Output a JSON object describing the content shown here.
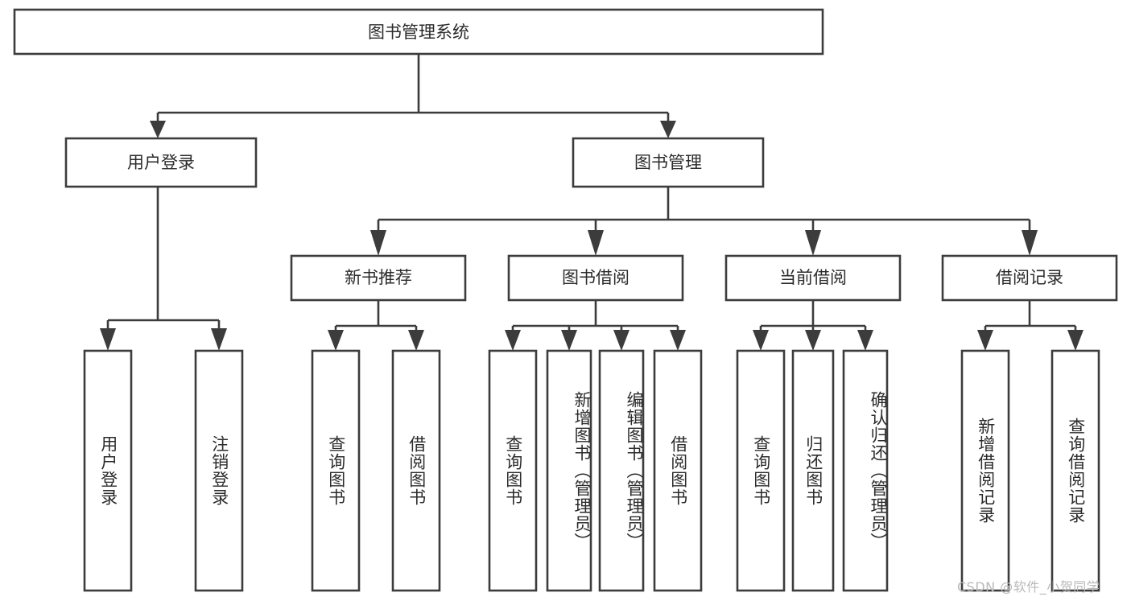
{
  "diagram": {
    "title": "图书管理系统",
    "type": "hierarchy-tree",
    "root": {
      "id": "root",
      "label": "图书管理系统",
      "orientation": "horizontal"
    },
    "level2": [
      {
        "id": "user-login",
        "label": "用户登录",
        "orientation": "horizontal"
      },
      {
        "id": "book-manage",
        "label": "图书管理",
        "orientation": "horizontal"
      }
    ],
    "level3": [
      {
        "id": "new-book-rec",
        "label": "新书推荐",
        "orientation": "horizontal",
        "parent": "book-manage"
      },
      {
        "id": "book-borrow",
        "label": "图书借阅",
        "orientation": "horizontal",
        "parent": "book-manage"
      },
      {
        "id": "current-borrow",
        "label": "当前借阅",
        "orientation": "horizontal",
        "parent": "book-manage"
      },
      {
        "id": "borrow-record",
        "label": "借阅记录",
        "orientation": "horizontal",
        "parent": "book-manage"
      }
    ],
    "leaves": [
      {
        "id": "leaf-user-login",
        "label": "用户登录",
        "orientation": "vertical",
        "parent": "user-login"
      },
      {
        "id": "leaf-user-logout",
        "label": "注销登录",
        "orientation": "vertical",
        "parent": "user-login"
      },
      {
        "id": "leaf-query-book-1",
        "label": "查询图书",
        "orientation": "vertical",
        "parent": "new-book-rec"
      },
      {
        "id": "leaf-borrow-book-1",
        "label": "借阅图书",
        "orientation": "vertical",
        "parent": "new-book-rec"
      },
      {
        "id": "leaf-query-book-2",
        "label": "查询图书",
        "orientation": "vertical",
        "parent": "book-borrow"
      },
      {
        "id": "leaf-add-book",
        "label": "新增图书（管理员）",
        "orientation": "vertical",
        "parent": "book-borrow"
      },
      {
        "id": "leaf-edit-book",
        "label": "编辑图书（管理员）",
        "orientation": "vertical",
        "parent": "book-borrow"
      },
      {
        "id": "leaf-borrow-book-2",
        "label": "借阅图书",
        "orientation": "vertical",
        "parent": "book-borrow"
      },
      {
        "id": "leaf-query-book-3",
        "label": "查询图书",
        "orientation": "vertical",
        "parent": "current-borrow"
      },
      {
        "id": "leaf-return-book",
        "label": "归还图书",
        "orientation": "vertical",
        "parent": "current-borrow"
      },
      {
        "id": "leaf-confirm-return",
        "label": "确认归还（管理员）",
        "orientation": "vertical",
        "parent": "current-borrow"
      },
      {
        "id": "leaf-add-record",
        "label": "新增借阅记录",
        "orientation": "vertical",
        "parent": "borrow-record"
      },
      {
        "id": "leaf-query-record",
        "label": "查询借阅记录",
        "orientation": "vertical",
        "parent": "borrow-record"
      }
    ],
    "watermark": "CSDN @软件_小贺同学",
    "colors": {
      "stroke": "#3c3c3c",
      "fill": "#ffffff",
      "text": "#2b2b2b",
      "watermark": "#b9b9b9",
      "background": "#ffffff"
    }
  }
}
